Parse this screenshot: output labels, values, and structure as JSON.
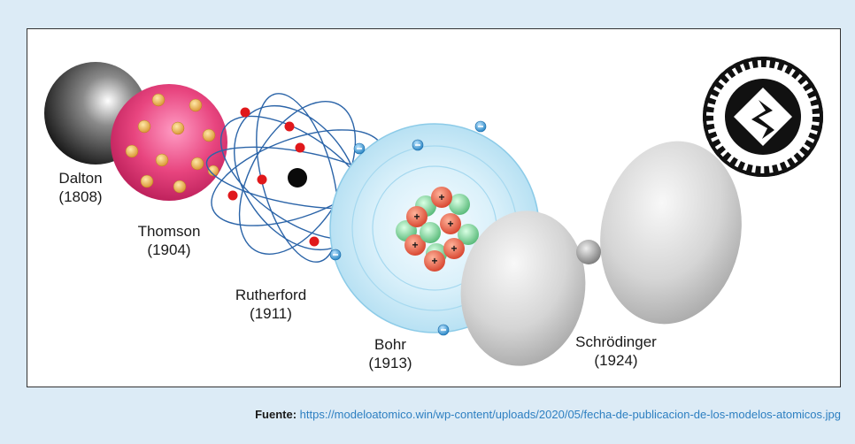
{
  "models": [
    {
      "name": "Dalton",
      "year": "(1808)"
    },
    {
      "name": "Thomson",
      "year": "(1904)"
    },
    {
      "name": "Rutherford",
      "year": "(1911)"
    },
    {
      "name": "Bohr",
      "year": "(1913)"
    },
    {
      "name": "Schrödinger",
      "year": "(1924)"
    }
  ],
  "caption": {
    "label": "Fuente:",
    "url": "https://modeloatomico.win/wp-content/uploads/2020/05/fecha-de-publicacion-de-los-modelos-atomicos.jpg"
  },
  "colors": {
    "background": "#dcebf6",
    "link": "#2d7fc1",
    "thomson": "#e8457f",
    "rutherford_electron": "#e0181b",
    "bohr_electron": "#3aa0e0",
    "proton": "#e85a3a",
    "neutron": "#7ed39a"
  },
  "icons": [
    "dalton-sphere-icon",
    "thomson-atom-icon",
    "rutherford-atom-icon",
    "bohr-atom-icon",
    "schrodinger-orbital-icon",
    "logo-icon"
  ]
}
